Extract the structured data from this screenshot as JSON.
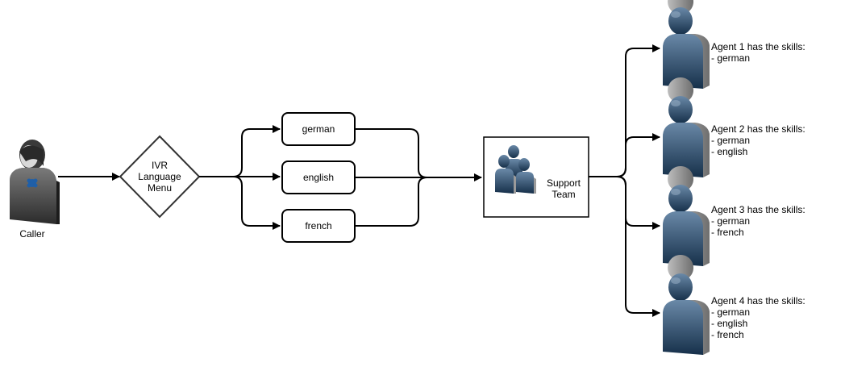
{
  "caller": {
    "label": "Caller"
  },
  "ivr": {
    "line1": "IVR",
    "line2": "Language",
    "line3": "Menu"
  },
  "languages": [
    {
      "label": "german"
    },
    {
      "label": "english"
    },
    {
      "label": "french"
    }
  ],
  "team": {
    "line1": "Support",
    "line2": "Team"
  },
  "agents": [
    {
      "title": "Agent 1 has the skills:",
      "skills": [
        "- german"
      ]
    },
    {
      "title": "Agent 2 has the skills:",
      "skills": [
        "- german",
        "- english"
      ]
    },
    {
      "title": "Agent 3 has the skills:",
      "skills": [
        "- german",
        "- french"
      ]
    },
    {
      "title": "Agent 4 has the skills:",
      "skills": [
        "- german",
        "- english",
        "- french"
      ]
    }
  ],
  "colors": {
    "stroke": "#000000",
    "agent_body_top": "#5b7a99",
    "agent_body_bottom": "#1d3550",
    "caller_body": "#3a3a3a",
    "caller_badge": "#1f5fa8"
  }
}
